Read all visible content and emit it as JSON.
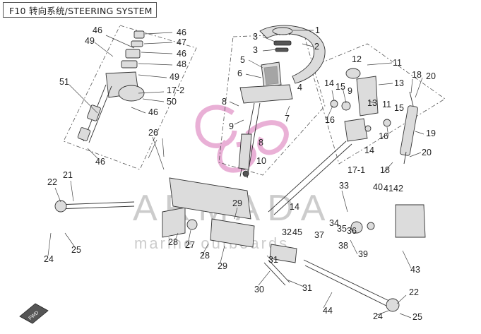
{
  "title": "F10 转向系统/STEERING SYSTEM",
  "watermark": {
    "brand": "ARMADA",
    "tagline": "marine outboards"
  },
  "colors": {
    "watermark_logo": "#e6a3cf",
    "watermark_text": "#b5b5b5",
    "lines": "#333333"
  },
  "callouts": [
    "1",
    "2",
    "3",
    "3",
    "4",
    "5",
    "6",
    "7",
    "8",
    "8",
    "9",
    "9",
    "10",
    "11",
    "11",
    "12",
    "13",
    "13",
    "14",
    "14",
    "14",
    "15",
    "15",
    "16",
    "16",
    "17-1",
    "17-2",
    "18",
    "18",
    "19",
    "20",
    "20",
    "21",
    "22",
    "22",
    "24",
    "24",
    "25",
    "25",
    "26",
    "27",
    "28",
    "28",
    "29",
    "29",
    "30",
    "31",
    "31",
    "32",
    "33",
    "34",
    "35",
    "36",
    "37",
    "38",
    "39",
    "40",
    "41",
    "42",
    "43",
    "44",
    "45",
    "46",
    "46",
    "46",
    "46",
    "46",
    "47",
    "48",
    "49",
    "49",
    "50",
    "51"
  ],
  "fwd_arrow": "FWD"
}
